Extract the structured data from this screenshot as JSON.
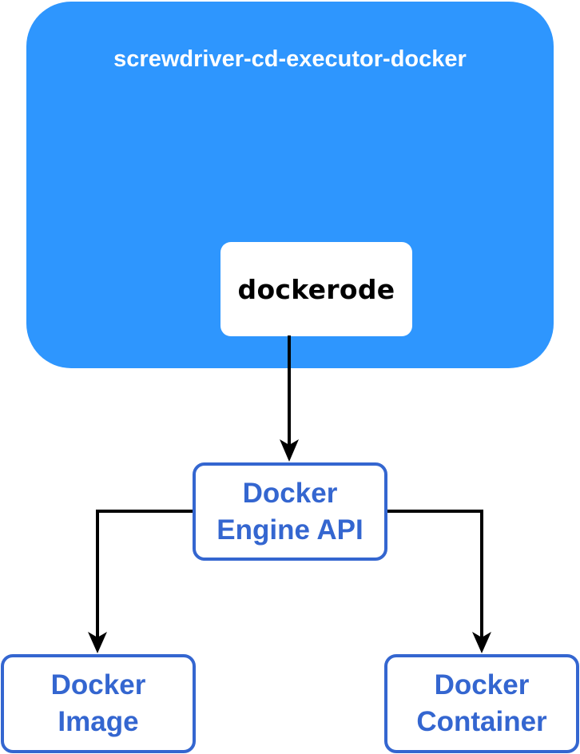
{
  "outer": {
    "title": "screwdriver-cd-executor-docker",
    "color": "#2e96fe"
  },
  "inner": {
    "label": "dockerode"
  },
  "nodes": {
    "engine_api": {
      "label": "Docker\nEngine API"
    },
    "image": {
      "label": "Docker\nImage"
    },
    "container": {
      "label": "Docker\nContainer"
    }
  },
  "colors": {
    "node_border": "#3466d0",
    "node_text": "#3466d0",
    "edge": "#000000"
  }
}
